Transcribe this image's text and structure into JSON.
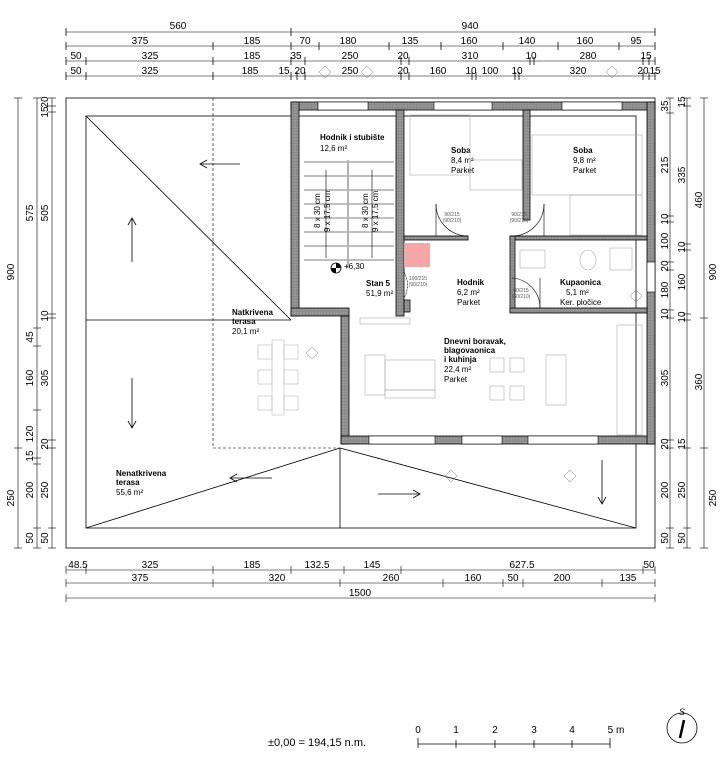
{
  "dims": {
    "top_row1": [
      "560",
      "940"
    ],
    "top_row2": [
      "375",
      "185",
      "70",
      "180",
      "135",
      "160",
      "140",
      "160",
      "95"
    ],
    "top_row3": [
      "50",
      "325",
      "185",
      "35",
      "250",
      "20",
      "310",
      "10",
      "280",
      "15"
    ],
    "top_row4": [
      "50",
      "325",
      "185",
      "15",
      "20",
      "250",
      "20",
      "160",
      "10",
      "100",
      "10",
      "320",
      "20",
      "15"
    ],
    "bottom_row1": [
      "48.5",
      "325",
      "185",
      "132.5",
      "145",
      "627.5",
      "50"
    ],
    "bottom_row2": [
      "375",
      "320",
      "260",
      "160",
      "50",
      "200",
      "135"
    ],
    "bottom_total": "1500",
    "left_outer": [
      "900",
      "250"
    ],
    "left_mid": [
      "575",
      "45",
      "160",
      "120",
      "15",
      "200",
      "50"
    ],
    "left_inner": [
      "20",
      "15",
      "505",
      "10",
      "305",
      "20",
      "250",
      "50"
    ],
    "right_inner": [
      "35",
      "215",
      "10",
      "100",
      "20",
      "180",
      "10",
      "305",
      "20",
      "200",
      "50"
    ],
    "right_mid": [
      "15",
      "335",
      "10",
      "160",
      "10",
      "15",
      "250",
      "50"
    ],
    "right_outer": [
      "460",
      "900",
      "360",
      "250"
    ]
  },
  "rooms": {
    "hodnik_stubiste": {
      "name": "Hodnik i stubište",
      "area": "12,6 m²"
    },
    "soba1": {
      "name": "Soba",
      "area": "8,4 m²",
      "floor": "Parket"
    },
    "soba2": {
      "name": "Soba",
      "area": "9,8 m²",
      "floor": "Parket"
    },
    "stan": {
      "name": "Stan 5",
      "area": "51,9 m²"
    },
    "hodnik": {
      "name": "Hodnik",
      "area": "6,2 m²",
      "floor": "Parket"
    },
    "kupaonica": {
      "name": "Kupaonica",
      "area": "5,1 m²",
      "floor": "Ker. pločice"
    },
    "dnevni": {
      "name1": "Dnevni boravak,",
      "name2": "blagovaonica",
      "name3": "i kuhinja",
      "area": "22,4 m²",
      "floor": "Parket"
    },
    "natkrivena": {
      "name1": "Natkrivena",
      "name2": "terasa",
      "area": "20,1 m²"
    },
    "nenatkrivena": {
      "name1": "Nenatkrivena",
      "name2": "terasa",
      "area": "55,6 m²"
    }
  },
  "stairs": {
    "run1": "8 x 30 cm",
    "rise1": "9 x 17,5 cm",
    "run2": "8 x 30 cm",
    "rise2": "9 x 17,5 cm",
    "level": "+6,30"
  },
  "doors": {
    "d1": "90/215",
    "d1b": "(90/210)",
    "d2": "90/215",
    "d2b": "(90/210)",
    "d3": "100/215",
    "d3b": "(90/210)",
    "d4": "80/215",
    "d4b": "(80/210)"
  },
  "footer": {
    "elevation": "±0,00 = 194,15 n.m.",
    "scale": [
      "0",
      "1",
      "2",
      "3",
      "4",
      "5 m"
    ],
    "north": "S"
  },
  "colors": {
    "wall_fill": "#8a8a8a",
    "accent_red": "#f4a7a7",
    "line": "#000000"
  }
}
